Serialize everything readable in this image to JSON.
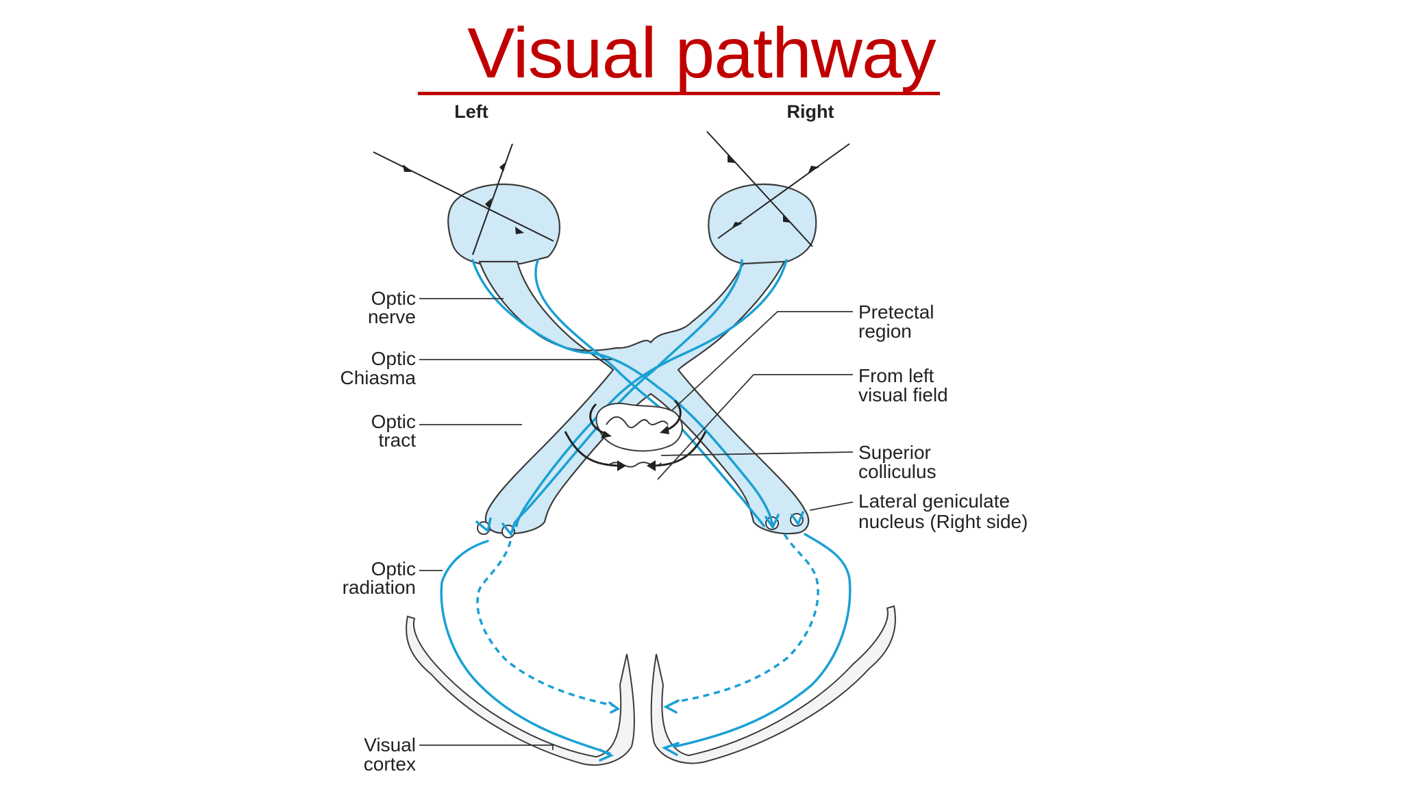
{
  "title": "Visual pathway",
  "sides": {
    "left": "Left",
    "right": "Right"
  },
  "labels": {
    "optic_nerve": [
      "Optic",
      "nerve"
    ],
    "optic_chiasma": [
      "Optic",
      "Chiasma"
    ],
    "optic_tract": [
      "Optic",
      "tract"
    ],
    "optic_radiation": [
      "Optic",
      "radiation"
    ],
    "visual_cortex": [
      "Visual",
      "cortex"
    ],
    "pretectal_region": [
      "Pretectal",
      "region"
    ],
    "from_left_visual_field": [
      "From left",
      "visual field"
    ],
    "superior_colliculus": [
      "Superior",
      "colliculus"
    ],
    "lateral_geniculate": [
      "Lateral geniculate",
      "nucleus (Right side)"
    ]
  },
  "colors": {
    "title": "#c00000",
    "pathway_fill": "#cfe9f6",
    "fiber": "#1aa0d4",
    "cortex_fill": "#f4f4f6"
  }
}
